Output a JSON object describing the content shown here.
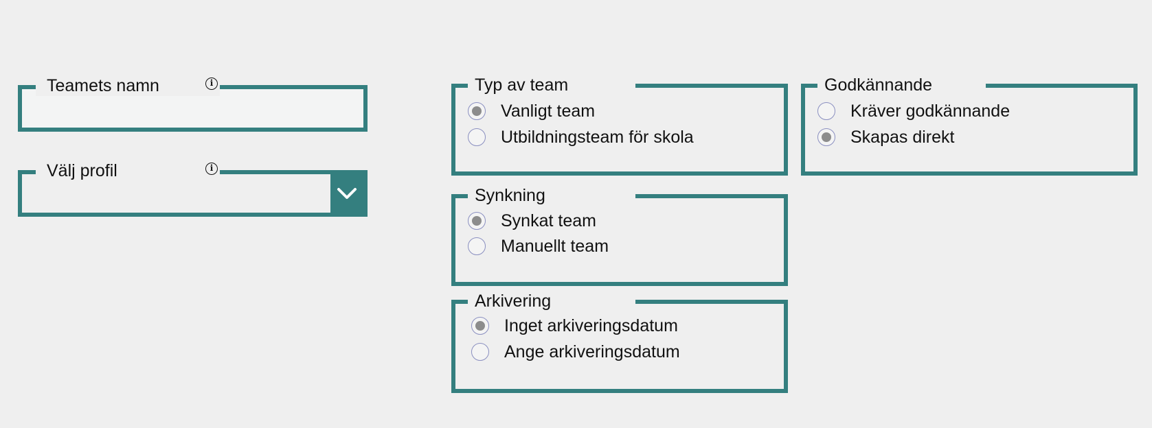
{
  "team_name": {
    "label": "Teamets namn",
    "value": "",
    "info_icon": "info-icon"
  },
  "profile": {
    "label": "Välj profil",
    "selected_value": "",
    "info_icon": "info-icon",
    "dropdown_icon": "chevron-down-icon"
  },
  "team_type": {
    "legend": "Typ av team",
    "options": [
      {
        "label": "Vanligt team",
        "checked": true
      },
      {
        "label": "Utbildningsteam för skola",
        "checked": false
      }
    ]
  },
  "approval": {
    "legend": "Godkännande",
    "options": [
      {
        "label": "Kräver godkännande",
        "checked": false
      },
      {
        "label": "Skapas direkt",
        "checked": true
      }
    ]
  },
  "sync": {
    "legend": "Synkning",
    "options": [
      {
        "label": "Synkat team",
        "checked": true
      },
      {
        "label": "Manuellt team",
        "checked": false
      }
    ]
  },
  "archiving": {
    "legend": "Arkivering",
    "options": [
      {
        "label": "Inget arkiveringsdatum",
        "checked": true
      },
      {
        "label": "Ange arkiveringsdatum",
        "checked": false
      }
    ]
  },
  "colors": {
    "accent": "#347f7f",
    "background": "#efefef",
    "radio_border": "#8a8fc0",
    "radio_dot": "#8c8c8c"
  }
}
